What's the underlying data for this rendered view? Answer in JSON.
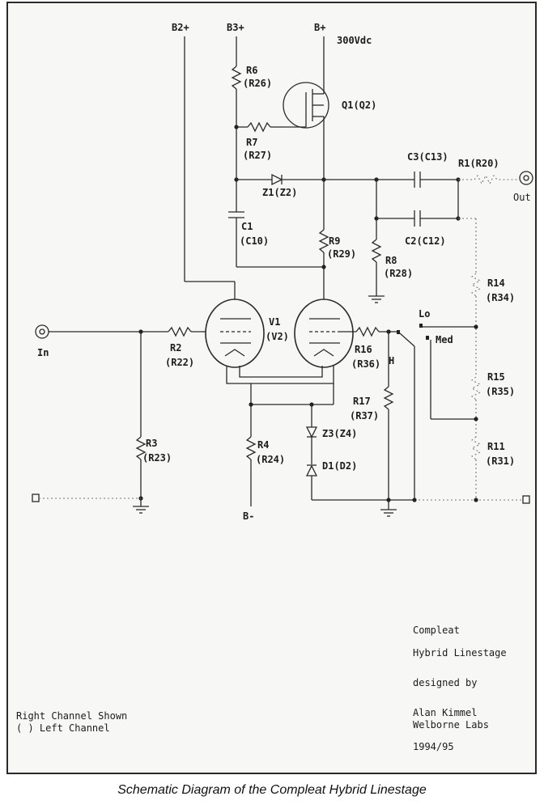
{
  "rails": {
    "b2": "B2+",
    "b3": "B3+",
    "b": "B+",
    "supply": "300Vdc",
    "bminus": "B-"
  },
  "components": {
    "r6": [
      "R6",
      "(R26)"
    ],
    "r7": [
      "R7",
      "(R27)"
    ],
    "q1": [
      "Q1(Q2)"
    ],
    "z1": [
      "Z1(Z2)"
    ],
    "c1": [
      "C1",
      "(C10)"
    ],
    "r9": [
      "R9",
      "(R29)"
    ],
    "c3": [
      "C3(C13)"
    ],
    "r1": [
      "R1(R20)"
    ],
    "c2": [
      "C2(C12)"
    ],
    "r8": [
      "R8",
      "(R28)"
    ],
    "v1": [
      "V1",
      "(V2)"
    ],
    "r2": [
      "R2",
      "(R22)"
    ],
    "r16": [
      "R16",
      "(R36)"
    ],
    "r17": [
      "R17",
      "(R37)"
    ],
    "z3": [
      "Z3(Z4)"
    ],
    "d1": [
      "D1(D2)"
    ],
    "r4": [
      "R4",
      "(R24)"
    ],
    "r3": [
      "R3",
      "(R23)"
    ],
    "r14": [
      "R14",
      "(R34)"
    ],
    "r15": [
      "R15",
      "(R35)"
    ],
    "r11": [
      "R11",
      "(R31)"
    ]
  },
  "jacks": {
    "in": "In",
    "out": "Out"
  },
  "switch": {
    "lo": "Lo",
    "med": "Med",
    "hi": "H"
  },
  "title_block": {
    "line1": "Compleat",
    "line2": "Hybrid Linestage",
    "line3": "designed by",
    "line4": "Alan Kimmel",
    "line5": "Welborne Labs",
    "line6": "1994/95"
  },
  "legend": {
    "line1": "Right Channel Shown",
    "line2": "( ) Left Channel"
  },
  "caption": "Schematic Diagram of the Compleat Hybrid Linestage"
}
